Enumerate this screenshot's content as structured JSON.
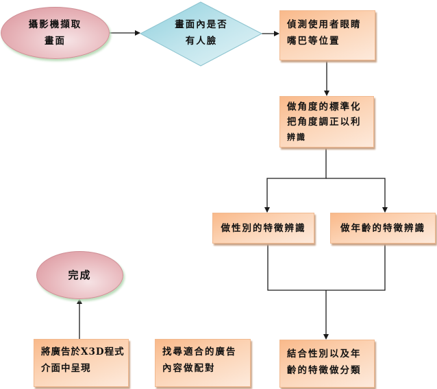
{
  "flowchart": {
    "nodes": {
      "capture": {
        "shape": "ellipse",
        "lines": [
          "攝影機擷取",
          "畫面"
        ]
      },
      "face_check": {
        "shape": "diamond",
        "lines": [
          "畫面內是否",
          "有人臉"
        ]
      },
      "detect_features": {
        "shape": "box",
        "lines": [
          "偵測使用者眼睛",
          "嘴巴等位置"
        ]
      },
      "normalize": {
        "shape": "box",
        "lines": [
          "做角度的標準化",
          "把角度調正以利",
          "辨識"
        ]
      },
      "gender": {
        "shape": "box",
        "lines": [
          "做性別的特徵辨識"
        ]
      },
      "age": {
        "shape": "box",
        "lines": [
          "做年齡的特徵辨識"
        ]
      },
      "classify": {
        "shape": "box",
        "lines": [
          "結合性別以及年",
          "齡的特徵做分類"
        ]
      },
      "match_ad": {
        "shape": "box",
        "lines": [
          "找尋適合的廣告",
          "內容做配對"
        ]
      },
      "render": {
        "shape": "box",
        "lines": [
          "將廣告於X3D程式",
          "介面中呈現"
        ]
      },
      "done": {
        "shape": "ellipse",
        "lines": [
          "完成"
        ]
      }
    },
    "edges": [
      {
        "from": "capture",
        "to": "face_check"
      },
      {
        "from": "face_check",
        "to": "detect_features"
      },
      {
        "from": "detect_features",
        "to": "normalize"
      },
      {
        "from": "normalize",
        "to": "gender"
      },
      {
        "from": "normalize",
        "to": "age"
      },
      {
        "from": "gender",
        "to": "classify"
      },
      {
        "from": "age",
        "to": "classify"
      },
      {
        "from": "render",
        "to": "done"
      }
    ],
    "colors": {
      "box_fill": "#fcd3b4",
      "box_border": "#f1b98f",
      "ellipse_fill": "#e7b4b9",
      "diamond_fill": "#a9dbe5",
      "connector": "#1a1a1a"
    }
  }
}
